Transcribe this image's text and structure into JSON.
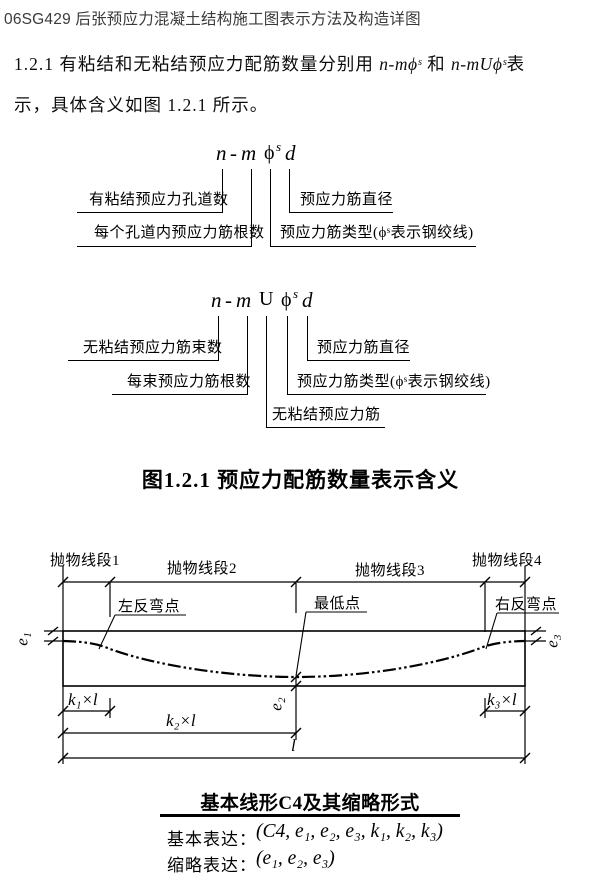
{
  "header": {
    "title": "06SG429 后张预应力混凝土结构施工图表示方法及构造详图"
  },
  "intro": {
    "part1": "1.2.1  有粘结和无粘结预应力配筋数量分别用 ",
    "formula_bonded": "n-mϕˢ",
    "part2": " 和 ",
    "formula_unbonded": "n-mUϕˢ",
    "part3": "表",
    "line2": "示，具体含义如图 1.2.1 所示。"
  },
  "bonded_diagram": {
    "formula": {
      "n": "n",
      "minus": "-",
      "m": "m",
      "phi": "ϕ",
      "sup": "s",
      "d": "d"
    },
    "labels": {
      "duct_count": "有粘结预应力孔道数",
      "strands_per_duct": "每个孔道内预应力筋根数",
      "diameter": "预应力筋直径",
      "type": "预应力筋类型(ϕˢ表示钢绞线)"
    }
  },
  "unbonded_diagram": {
    "formula": {
      "n": "n",
      "minus": "-",
      "m": "m",
      "u": "U",
      "phi": "ϕ",
      "sup": "s",
      "d": "d"
    },
    "labels": {
      "bundle_count": "无粘结预应力筋束数",
      "strands_per_bundle": "每束预应力筋根数",
      "diameter": "预应力筋直径",
      "type": "预应力筋类型(ϕˢ表示钢绞线)",
      "unbonded": "无粘结预应力筋"
    }
  },
  "figure_caption": "图1.2.1 预应力配筋数量表示含义",
  "profile_figure": {
    "segment1": "抛物线段1",
    "segment2": "抛物线段2",
    "segment3": "抛物线段3",
    "segment4": "抛物线段4",
    "left_inflection": "左反弯点",
    "lowest_point": "最低点",
    "right_inflection": "右反弯点",
    "e1": "e₁",
    "e2": "e₂",
    "e3": "e₃",
    "k1": "k₁×l",
    "k2": "k₂×l",
    "k3": "k₃×l",
    "span": "l"
  },
  "summary": {
    "title": "基本线形C4及其缩略形式",
    "basic_label": "基本表达：",
    "basic_value": "(C4, e₁, e₂, e₃, k₁, k₂, k₃)",
    "short_label": "缩略表达：",
    "short_value": "(e₁, e₂, e₃)"
  }
}
